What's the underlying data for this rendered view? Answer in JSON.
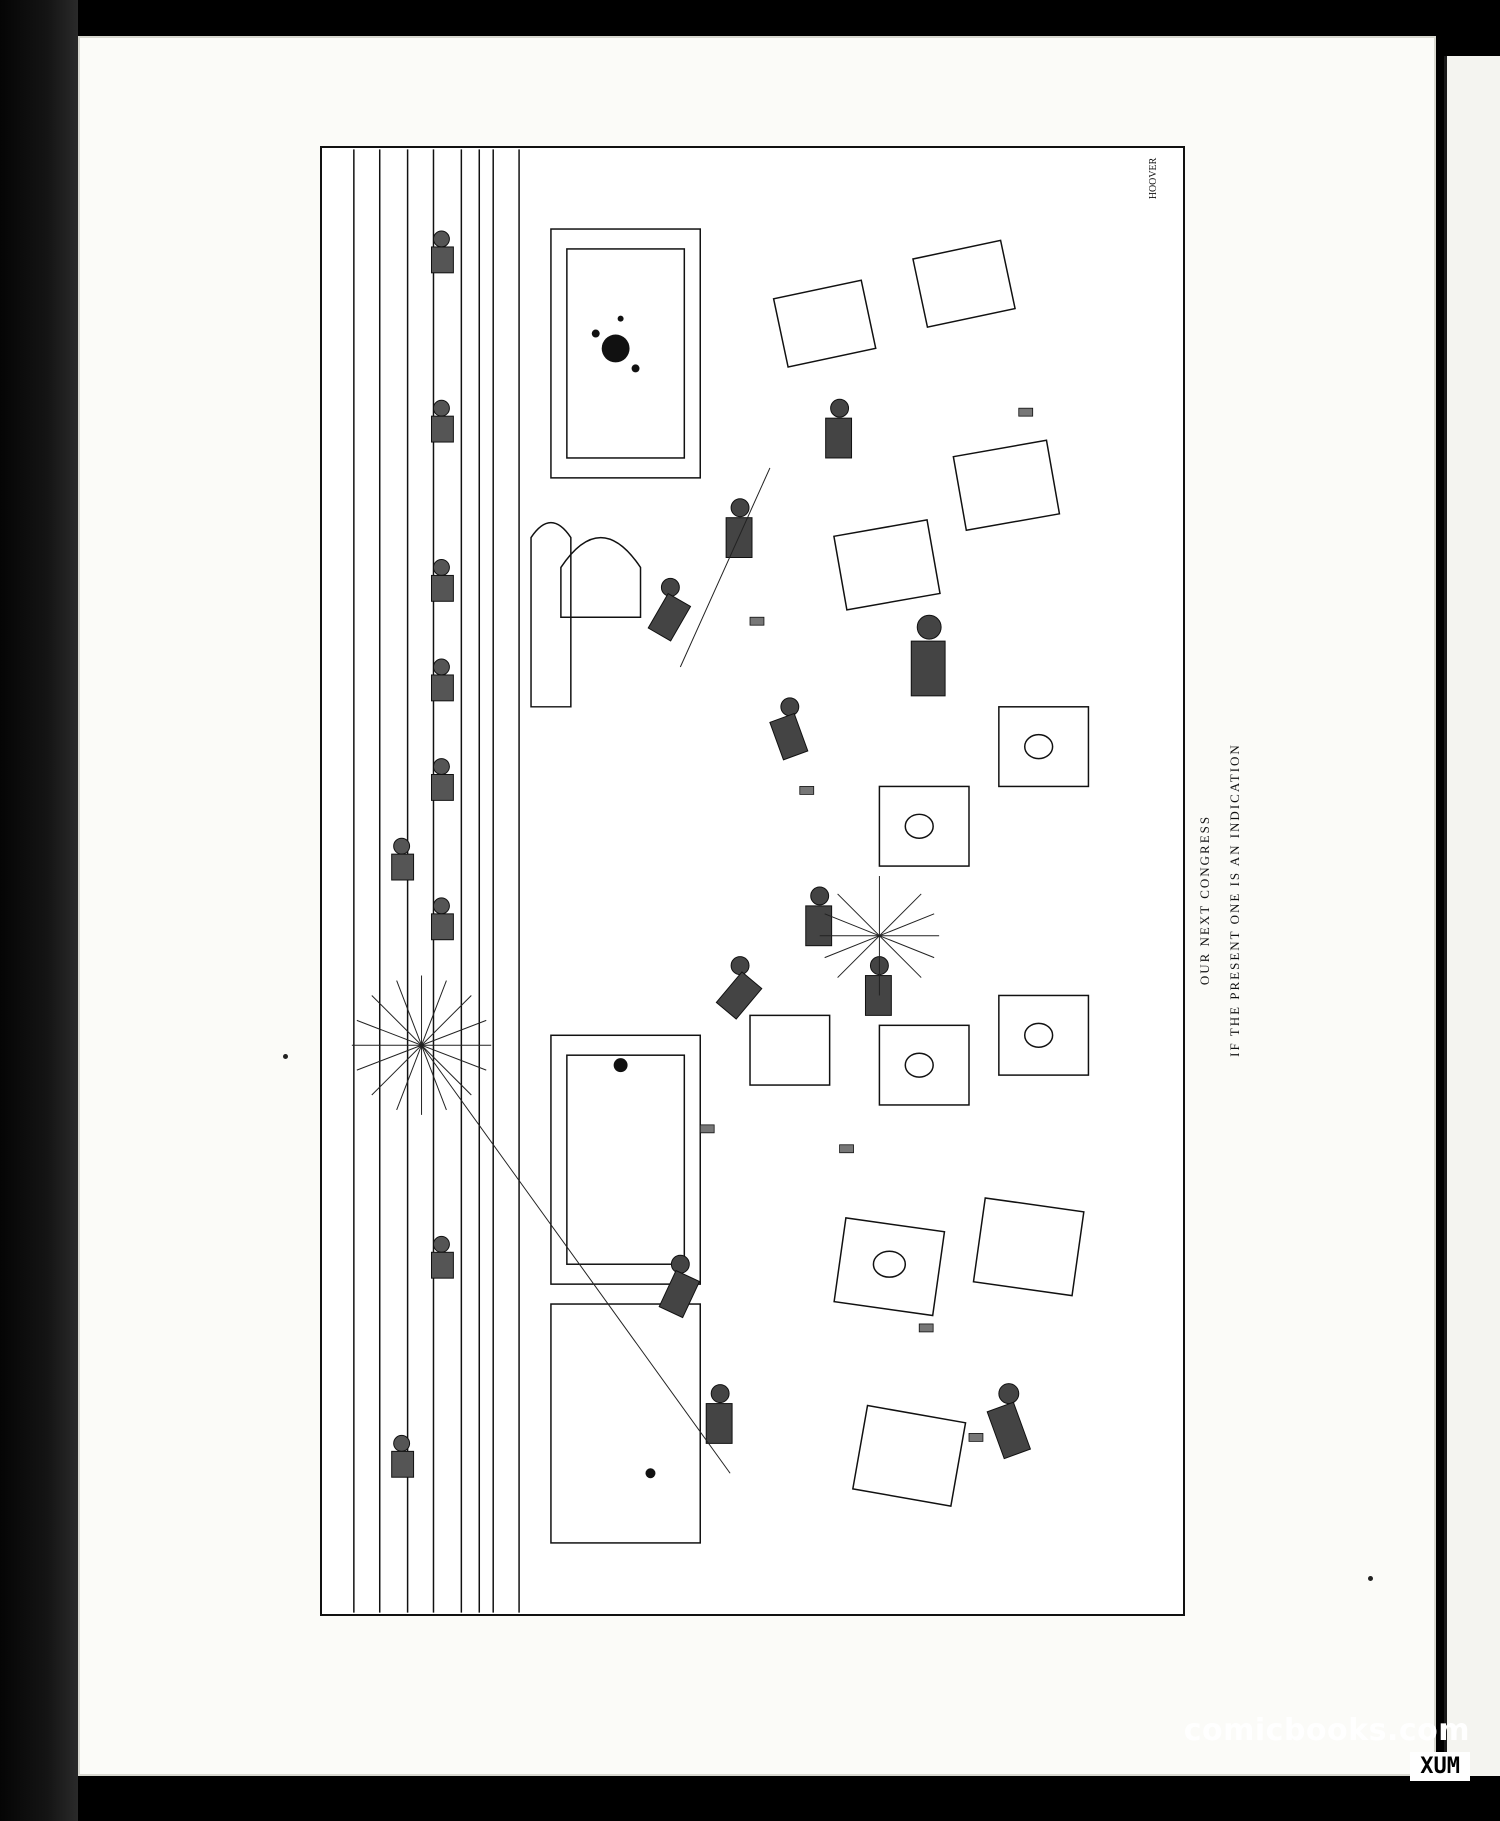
{
  "caption": {
    "title": "OUR NEXT CONGRESS",
    "subtitle": "IF THE PRESENT ONE IS AN INDICATION"
  },
  "illustration": {
    "signature": "HOOVER",
    "ink_color": "#111111",
    "paper_color": "#ffffff"
  },
  "watermark": {
    "site": "comicbooks.com",
    "tag": "XUM"
  },
  "colors": {
    "background": "#000000",
    "page": "#fbfbf8"
  }
}
